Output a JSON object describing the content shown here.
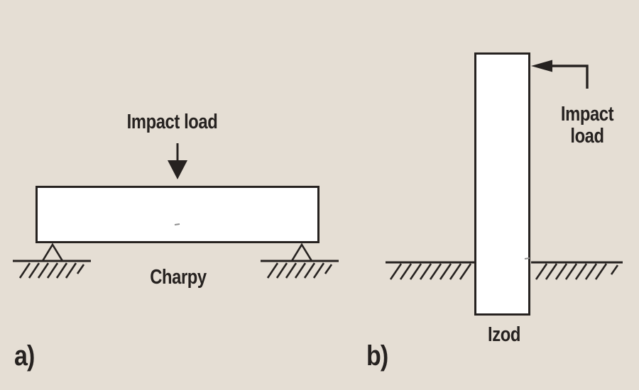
{
  "figure": {
    "panel_a": {
      "marker": "a)",
      "impact_load_label": "Impact load",
      "test_name": "Charpy"
    },
    "panel_b": {
      "marker": "b)",
      "impact_load_label": "Impact load",
      "test_name": "Izod"
    }
  },
  "colors": {
    "background": "#e5ded4",
    "ink": "#262220",
    "specimen_fill": "#ffffff",
    "notch_gray": "#8f8f8f"
  }
}
